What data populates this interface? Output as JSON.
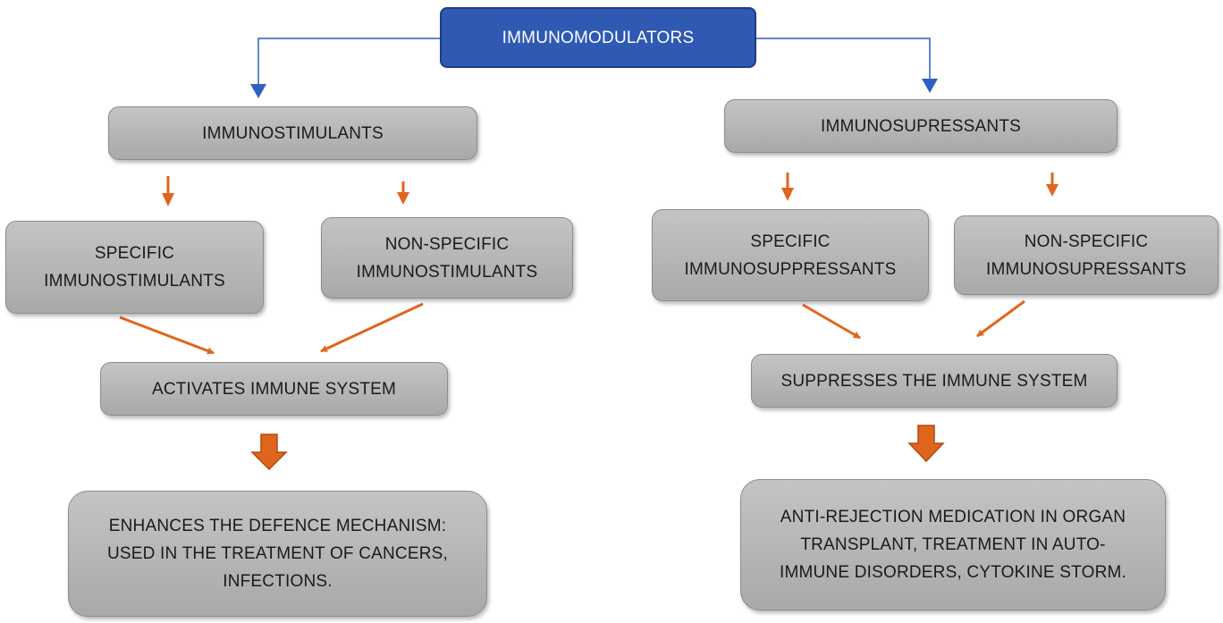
{
  "root": "IMMUNOMODULATORS",
  "left": {
    "category": "IMMUNOSTIMULANTS",
    "specific": "SPECIFIC\nIMMUNOSTIMULANTS",
    "nonspecific": "NON-SPECIFIC\nIMMUNOSTIMULANTS",
    "effect": "ACTIVATES IMMUNE SYSTEM",
    "outcome": "ENHANCES THE DEFENCE MECHANISM:\nUSED IN THE TREATMENT OF CANCERS,\nINFECTIONS."
  },
  "right": {
    "category": "IMMUNOSUPRESSANTS",
    "specific": "SPECIFIC\nIMMUNOSUPPRESSANTS",
    "nonspecific": "NON-SPECIFIC\nIMMUNOSUPRESSANTS",
    "effect": "SUPPRESSES THE IMMUNE SYSTEM",
    "outcome": "ANTI-REJECTION MEDICATION IN ORGAN\nTRANSPLANT, TREATMENT IN AUTO-\nIMMUNE DISORDERS, CYTOKINE STORM."
  },
  "colors": {
    "root_fill": "#2f59b3",
    "connector_blue": "#2f5fbf",
    "arrow_orange": "#e0651c",
    "box_fill": "#b5b5b5"
  }
}
